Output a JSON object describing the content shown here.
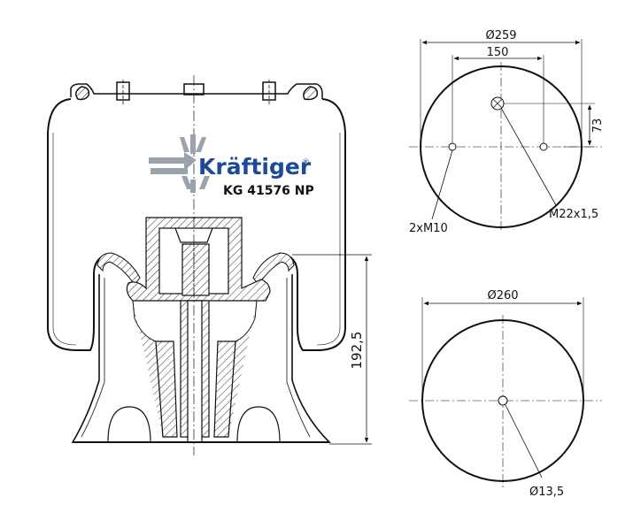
{
  "brand": {
    "name": "Kräftiger",
    "registered_mark": "®",
    "part_number": "KG 41576 NP",
    "color": "#1b4a96",
    "logo_arrow_color": "#9aa2ad"
  },
  "side_view": {
    "height_label": "192,5"
  },
  "top_plate": {
    "outer_diameter": "Ø259",
    "bolt_spacing": "150",
    "air_offset": "73",
    "bolts": "2xM10",
    "air_fitting": "M22x1,5"
  },
  "bottom_plate": {
    "outer_diameter": "Ø260",
    "center_hole": "Ø13,5"
  }
}
